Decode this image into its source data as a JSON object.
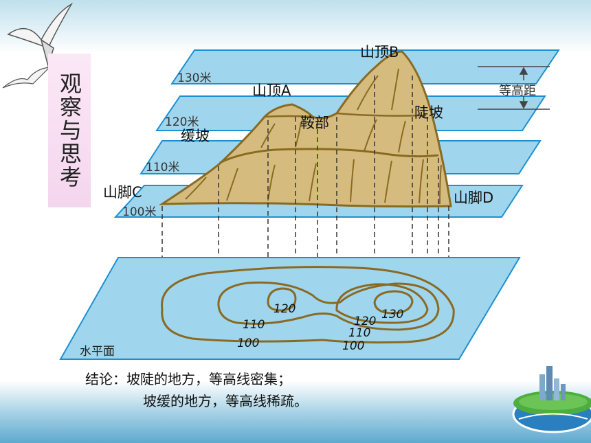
{
  "title": "观察与思考",
  "labels": {
    "peak_a": "山顶A",
    "peak_b": "山顶B",
    "saddle": "鞍部",
    "steep": "陡坡",
    "gentle": "缓坡",
    "foot_c": "山脚C",
    "foot_d": "山脚D",
    "contour_interval": "等高距"
  },
  "planes": {
    "p130": "130米",
    "p120": "120米",
    "p110": "110米",
    "p100": "100米",
    "base": "水平面"
  },
  "contours": {
    "c120_left": "120",
    "c130": "130",
    "c120_right": "120",
    "c110_left": "110",
    "c110_right": "110",
    "c100_left": "100",
    "c100_right": "100"
  },
  "conclusion": {
    "line1": "结论：坡陡的地方，等高线密集；",
    "line2": "坡缓的地方，等高线稀疏。"
  }
}
